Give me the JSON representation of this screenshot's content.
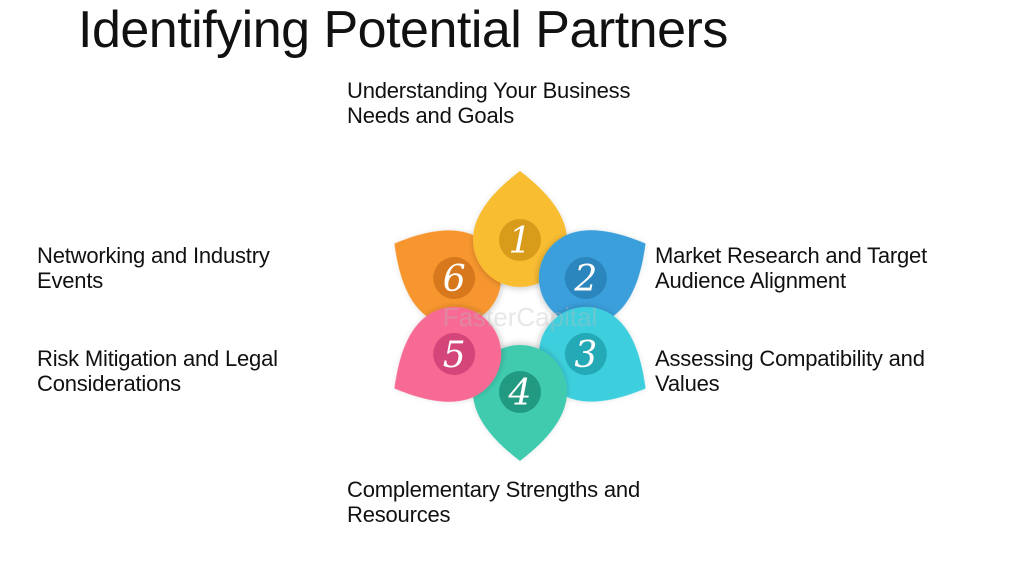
{
  "title": "Identifying Potential Partners",
  "watermark": "FasterCapital",
  "steps": [
    {
      "number": "1",
      "lines": [
        "Understanding Your Business",
        "Needs and Goals"
      ],
      "color": "#F9BD33",
      "dark": "#D99B1A"
    },
    {
      "number": "2",
      "lines": [
        "Market Research and Target",
        "Audience Alignment"
      ],
      "color": "#3A9FDB",
      "dark": "#2B86BD"
    },
    {
      "number": "3",
      "lines": [
        "Assessing Compatibility and",
        "Values"
      ],
      "color": "#3CCFDD",
      "dark": "#24A9B7"
    },
    {
      "number": "4",
      "lines": [
        "Complementary Strengths and",
        "Resources"
      ],
      "color": "#3FCBAF",
      "dark": "#229A82"
    },
    {
      "number": "5",
      "lines": [
        "Risk Mitigation and Legal",
        "Considerations"
      ],
      "color": "#F76B94",
      "dark": "#D4467A"
    },
    {
      "number": "6",
      "lines": [
        "Networking and Industry",
        "Events"
      ],
      "color": "#F7962F",
      "dark": "#D8781D"
    }
  ]
}
